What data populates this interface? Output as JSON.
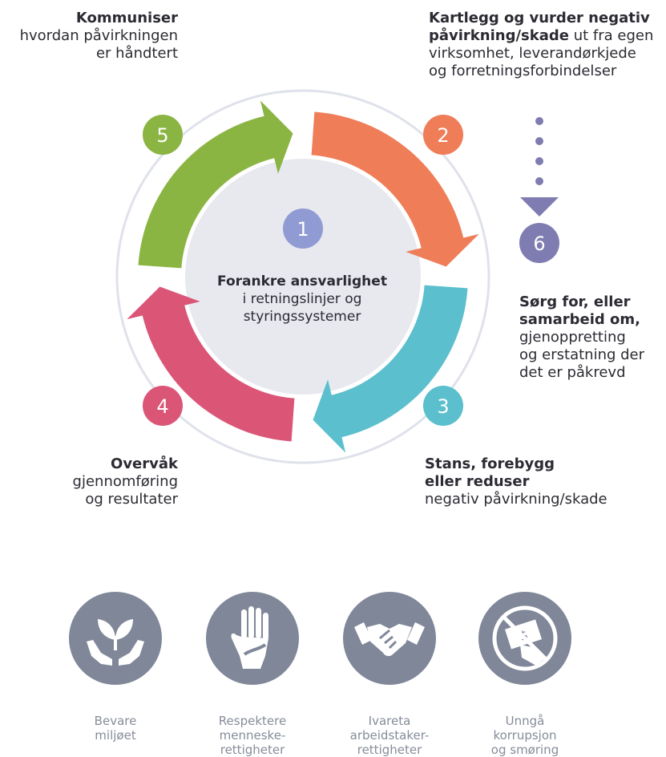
{
  "colors": {
    "green": "#8bb543",
    "orange": "#ef7d58",
    "teal": "#5bbfcd",
    "pink": "#db5577",
    "purple": "#7f7cb1",
    "light_purple": "#8f9bd2",
    "icon_gray": "#7f8799"
  },
  "center": {
    "number": "1",
    "title": "Forankre ansvarlighet",
    "line2": "i retningslinjer og",
    "line3": "styringssystemer"
  },
  "steps": [
    {
      "number": "2",
      "bold1": "Kartlegg og vurder negativ",
      "bold2": "påvirkning/skade",
      "rest2": " ut fra egen",
      "line3": "virksomhet, leverandørkjede",
      "line4": "og forretningsforbindelser"
    },
    {
      "number": "3",
      "bold1": "Stans, forebygg",
      "bold2": "eller reduser",
      "line3": "negativ påvirkning/skade"
    },
    {
      "number": "4",
      "bold1": "Overvåk",
      "line2": "gjennomføring",
      "line3": "og resultater"
    },
    {
      "number": "5",
      "bold1": "Kommuniser",
      "line2": "hvordan påvirkningen",
      "line3": "er håndtert"
    },
    {
      "number": "6",
      "bold1": "Sørg for, eller",
      "bold2": "samarbeid om,",
      "line3": "gjenoppretting",
      "line4": "og erstatning der",
      "line5": "det er påkrevd"
    }
  ],
  "icons": [
    {
      "icon": "plant-hands-icon",
      "label": [
        "Bevare",
        "miljøet"
      ]
    },
    {
      "icon": "raised-hand-icon",
      "label": [
        "Respektere",
        "menneske-",
        "rettigheter"
      ]
    },
    {
      "icon": "handshake-icon",
      "label": [
        "Ivareta",
        "arbeidstaker-",
        "rettigheter"
      ]
    },
    {
      "icon": "no-bribery-icon",
      "label": [
        "Unngå",
        "korrupsjon",
        "og smøring"
      ]
    }
  ]
}
